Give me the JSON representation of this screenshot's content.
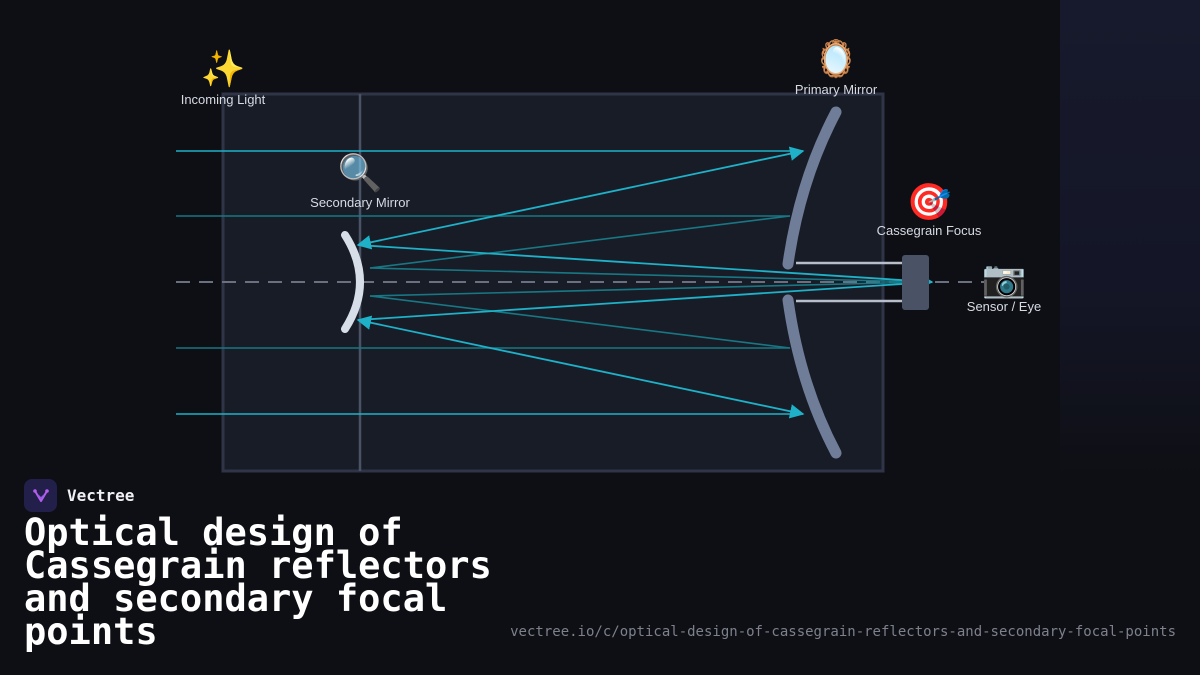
{
  "brand": {
    "name": "Vectree"
  },
  "title": "Optical design of Cassegrain reflectors and secondary focal points",
  "url": "vectree.io/c/optical-design-of-cassegrain-reflectors-and-secondary-focal-points",
  "labels": {
    "incoming_light": "Incoming Light",
    "primary_mirror": "Primary Mirror",
    "secondary_mirror": "Secondary Mirror",
    "cassegrain_focus": "Cassegrain Focus",
    "sensor": "Sensor / Eye"
  },
  "icons": {
    "incoming_light": "sparkles-icon",
    "primary_mirror": "mirror-icon",
    "secondary_mirror": "magnifier-icon",
    "cassegrain_focus": "target-icon",
    "sensor": "camera-icon"
  },
  "colors": {
    "ray": "#1eb1c8",
    "ray_dim": "#187784",
    "mirror_primary": "#6f7d99",
    "mirror_secondary": "#d8dee8",
    "tube": "#2f3547",
    "tube_fill": "#181c27"
  }
}
